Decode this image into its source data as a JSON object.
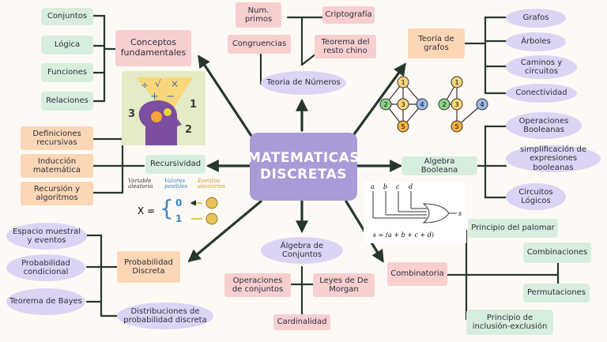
{
  "center": {
    "line1": "MATEMATICAS",
    "line2": "DISCRETAS"
  },
  "conceptos": {
    "title": "Conceptos fundamentales",
    "items": [
      "Conjuntos",
      "Lógica",
      "Funciones",
      "Relaciones"
    ]
  },
  "numeros": {
    "title": "Teoria de Números",
    "items": [
      "Num. primos",
      "Congruencias",
      "Criptografía",
      "Teorema del resto chino"
    ]
  },
  "grafos": {
    "title": "Teoría de grafos",
    "items": [
      "Grafos",
      "Àrboles",
      "Caminos y circuitos",
      "Conectividad"
    ],
    "figure_nodes": [
      "1",
      "2",
      "3",
      "4",
      "5"
    ]
  },
  "recursividad": {
    "title": "Recursividad",
    "items": [
      "Definiciones recursivas",
      "Inducción matemática",
      "Recursión y algoritmos"
    ]
  },
  "booleana": {
    "title": "Algebra Booleana",
    "items": [
      "Operaciones Booleanas",
      "simplificación de expresiones booleanas",
      "Circuitos Lógicos"
    ],
    "gate_inputs": [
      "a",
      "b",
      "c",
      "d"
    ],
    "gate_output": "s",
    "formula": "s = (a + b + c + d)"
  },
  "probabilidad": {
    "title": "Probabilidad Discreta",
    "items": [
      "Espacio muestral y eventos",
      "Probabilidad condicional",
      "Teorema de Bayes",
      "Distribuciones de probabilidad discreta"
    ],
    "figure": {
      "label_variable": "Variable aleatoria",
      "label_valores": "Valores posibles",
      "label_eventos": "Eventos aleatorios",
      "var": "X =",
      "v0": "0",
      "v1": "1"
    }
  },
  "conjuntos": {
    "title": "Álgebra de Conjuntos",
    "items": [
      "Operaciones de conjuntos",
      "Leyes de De Morgan",
      "Cardinalidad"
    ]
  },
  "combinatoria": {
    "title": "Combinatoria",
    "items": [
      "Principio del palomar",
      "Combinaciones",
      "Permutaciones",
      "Principio de inclusión-exclusión"
    ]
  },
  "colors": {
    "line": "#26382c",
    "green": "#d7eedd",
    "pink": "#f8cfcf",
    "orange": "#fcd7b6",
    "lavender": "#dcd4f4",
    "center": "#a99ad8"
  }
}
